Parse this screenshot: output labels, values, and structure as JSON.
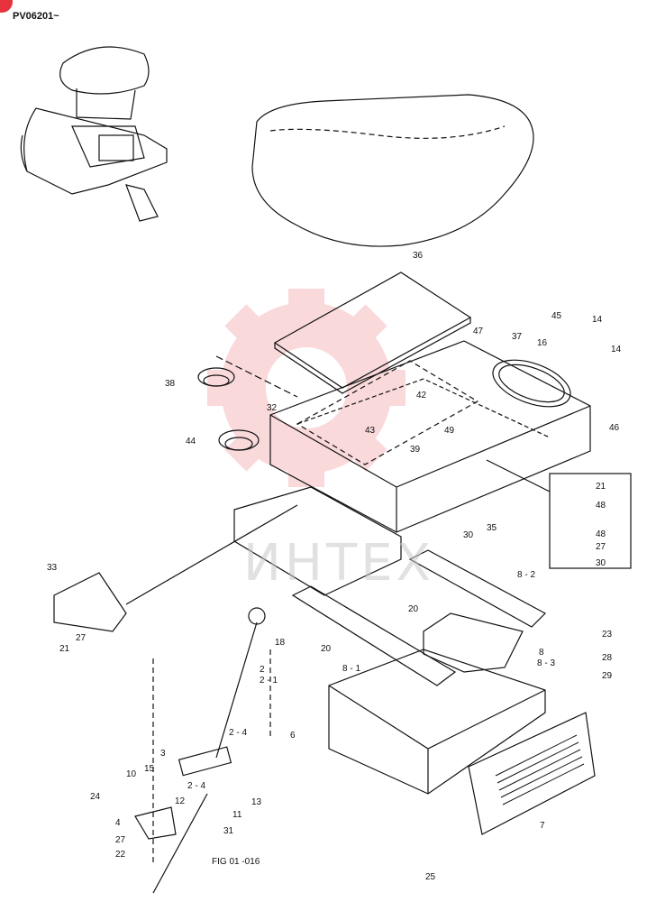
{
  "header": {
    "serial_range": "PV06201~"
  },
  "watermark": {
    "text": "ИНТЕХ",
    "color": "#e5323c"
  },
  "figure_ref": "FIG 01 -016",
  "colors": {
    "line": "#111111",
    "watermark": "#e5323c",
    "corner_badge": "#e5323c"
  },
  "labels": [
    {
      "id": "36",
      "text": "36"
    },
    {
      "id": "47",
      "text": "47"
    },
    {
      "id": "37",
      "text": "37"
    },
    {
      "id": "45",
      "text": "45"
    },
    {
      "id": "14a",
      "text": "14"
    },
    {
      "id": "16",
      "text": "16"
    },
    {
      "id": "14b",
      "text": "14"
    },
    {
      "id": "38",
      "text": "38"
    },
    {
      "id": "32",
      "text": "32"
    },
    {
      "id": "42",
      "text": "42"
    },
    {
      "id": "43",
      "text": "43"
    },
    {
      "id": "49",
      "text": "49"
    },
    {
      "id": "46",
      "text": "46"
    },
    {
      "id": "44",
      "text": "44"
    },
    {
      "id": "39",
      "text": "39"
    },
    {
      "id": "21a",
      "text": "21"
    },
    {
      "id": "48a",
      "text": "48"
    },
    {
      "id": "30a",
      "text": "30"
    },
    {
      "id": "35",
      "text": "35"
    },
    {
      "id": "48b",
      "text": "48"
    },
    {
      "id": "27a",
      "text": "27"
    },
    {
      "id": "30b",
      "text": "30"
    },
    {
      "id": "33",
      "text": "33"
    },
    {
      "id": "8-2",
      "text": "8 - 2"
    },
    {
      "id": "20a",
      "text": "20"
    },
    {
      "id": "27b",
      "text": "27"
    },
    {
      "id": "21b",
      "text": "21"
    },
    {
      "id": "18",
      "text": "18"
    },
    {
      "id": "20b",
      "text": "20"
    },
    {
      "id": "23",
      "text": "23"
    },
    {
      "id": "28",
      "text": "28"
    },
    {
      "id": "8",
      "text": "8"
    },
    {
      "id": "8-3",
      "text": "8 - 3"
    },
    {
      "id": "8-1",
      "text": "8 - 1"
    },
    {
      "id": "29",
      "text": "29"
    },
    {
      "id": "2",
      "text": "2"
    },
    {
      "id": "2-1",
      "text": "2 - 1"
    },
    {
      "id": "2-4a",
      "text": "2 - 4"
    },
    {
      "id": "6",
      "text": "6"
    },
    {
      "id": "3",
      "text": "3"
    },
    {
      "id": "15",
      "text": "15"
    },
    {
      "id": "10",
      "text": "10"
    },
    {
      "id": "2-4b",
      "text": "2 - 4"
    },
    {
      "id": "24",
      "text": "24"
    },
    {
      "id": "12",
      "text": "12"
    },
    {
      "id": "11",
      "text": "11"
    },
    {
      "id": "13",
      "text": "13"
    },
    {
      "id": "4",
      "text": "4"
    },
    {
      "id": "31",
      "text": "31"
    },
    {
      "id": "7",
      "text": "7"
    },
    {
      "id": "27c",
      "text": "27"
    },
    {
      "id": "22",
      "text": "22"
    },
    {
      "id": "25",
      "text": "25"
    }
  ]
}
